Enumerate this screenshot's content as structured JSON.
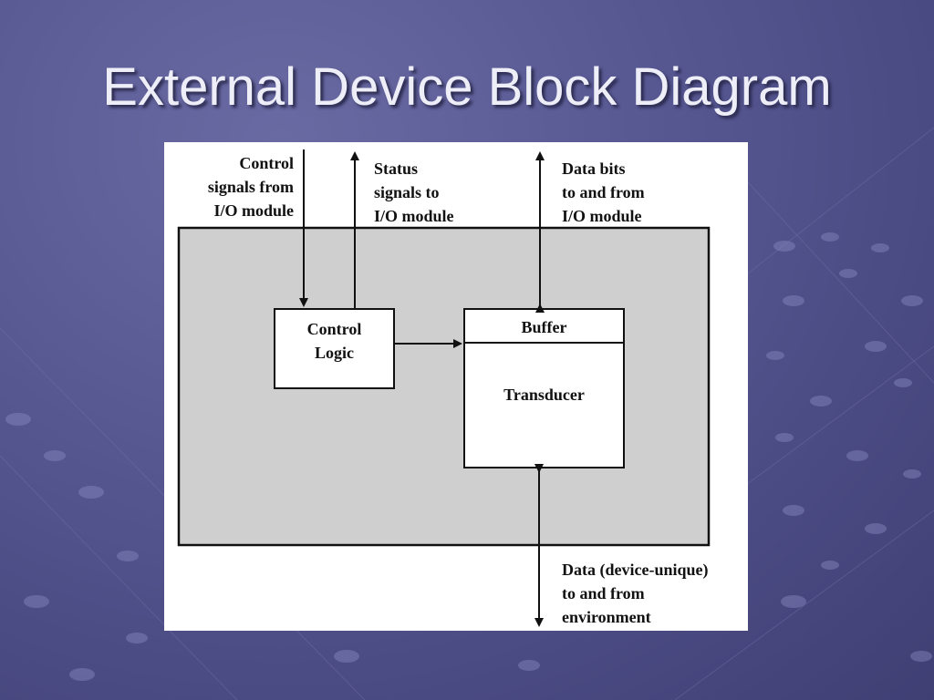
{
  "slide": {
    "title": "External Device Block Diagram"
  },
  "diagram": {
    "labels": {
      "control_signals": "Control\nsignals from\nI/O module",
      "status_signals": "Status\nsignals to\nI/O module",
      "data_bits": "Data bits\nto and from\nI/O module",
      "data_env": "Data (device-unique)\nto and from\nenvironment"
    },
    "blocks": {
      "control_logic": "Control\nLogic",
      "buffer": "Buffer",
      "transducer": "Transducer"
    }
  }
}
